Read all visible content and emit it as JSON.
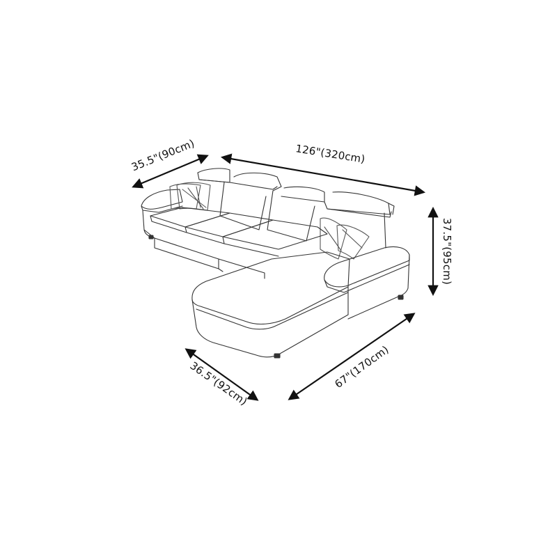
{
  "diagram": {
    "subject": "L-shaped sectional sofa with chaise (right-facing)",
    "style": "line sketch on white background",
    "colors": {
      "background": "#ffffff",
      "line": "#222222",
      "arrow": "#111111"
    }
  },
  "dimensions": {
    "depth_left": {
      "label": "35.5\"(90cm)",
      "inches": 35.5,
      "cm": 90
    },
    "total_width": {
      "label": "126\"(320cm)",
      "inches": 126,
      "cm": 320
    },
    "height": {
      "label": "37.5\"(95cm)",
      "inches": 37.5,
      "cm": 95
    },
    "chaise_width": {
      "label": "36.5\"(92cm)",
      "inches": 36.5,
      "cm": 92
    },
    "chaise_length": {
      "label": "67\"(170cm)",
      "inches": 67,
      "cm": 170
    }
  }
}
